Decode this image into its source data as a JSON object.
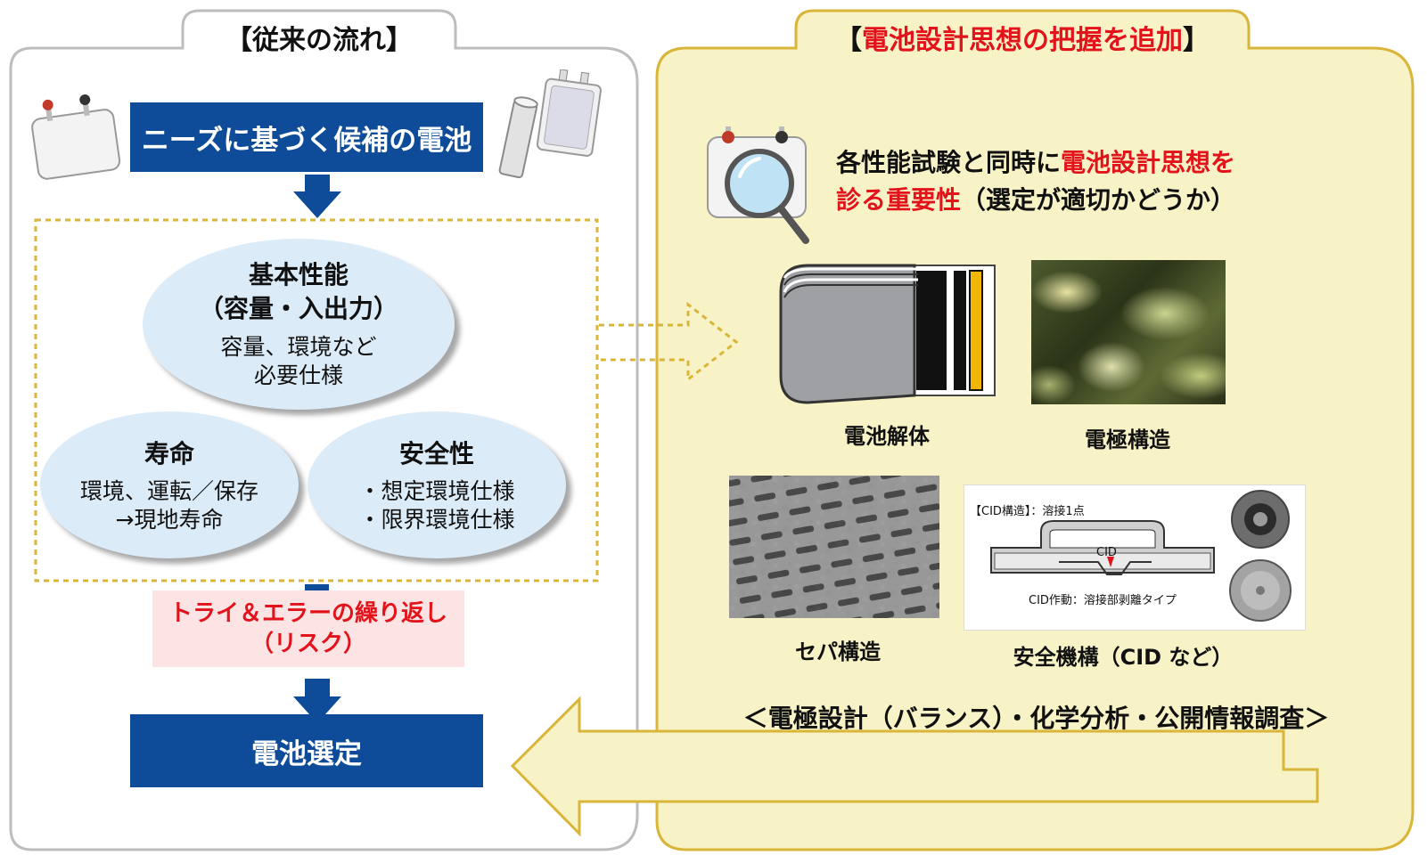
{
  "left_panel": {
    "tab_title": "【従来の流れ】",
    "candidate_box": "ニーズに基づく候補の電池",
    "basic_title_1": "基本性能",
    "basic_title_2": "（容量・入出力）",
    "basic_desc_1": "容量、環境など",
    "basic_desc_2": "必要仕様",
    "life_title": "寿命",
    "life_desc_1": "環境、運転／保存",
    "life_desc_2": "→現地寿命",
    "safety_title": "安全性",
    "safety_desc_1": "・想定環境仕様",
    "safety_desc_2": "・限界環境仕様",
    "trial_1": "トライ＆エラーの繰り返し",
    "trial_2": "（リスク）",
    "selection_box": "電池選定"
  },
  "right_panel": {
    "tab_title_open": "【",
    "tab_title_main": "電池設計思想の把握を追加",
    "tab_title_close": "】",
    "intro_1a": "各性能試験と同時に",
    "intro_1b": "電池設計思想を",
    "intro_2a": "診る重要性",
    "intro_2b": "（選定が適切かどうか）",
    "cap_disassembly": "電池解体",
    "cap_electrode": "電極構造",
    "cap_separator": "セパ構造",
    "cap_safety": "安全機構（CID など）",
    "cid_header": "【CID構造】：溶接1点",
    "cid_label": "CID",
    "cid_action": "CID作動：溶接部剥離タイプ",
    "footer": "＜電極設計（バランス）・化学分析・公開情報調査＞"
  },
  "colors": {
    "blue": "#0e4c9a",
    "red": "#e3131b",
    "right_bg": "#f7f3c7",
    "dotted": "#d9b53a",
    "ellipse": "#dcebf8",
    "trial_bg": "#fce4e4"
  },
  "icons": [
    "battery-pack-icon",
    "cylindrical-cell-icon",
    "pouch-cell-icon",
    "battery-magnifier-icon"
  ]
}
